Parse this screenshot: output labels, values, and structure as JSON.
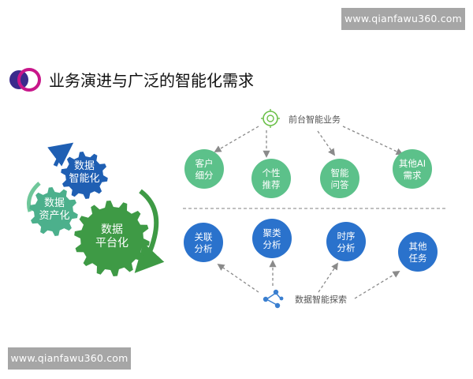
{
  "watermark_top": "www.qianfawu360.com",
  "watermark_bottom": "www.qianfawu360.com",
  "title": "业务演进与广泛的智能化需求",
  "gears": {
    "top": [
      "数据",
      "智能化"
    ],
    "left": [
      "数据",
      "资产化"
    ],
    "big": [
      "数据",
      "平台化"
    ]
  },
  "top_hub": {
    "label": "前台智能业务"
  },
  "bottom_hub": {
    "label": "数据智能探索"
  },
  "top_nodes": [
    {
      "line1": "客户",
      "line2": "细分"
    },
    {
      "line1": "个性",
      "line2": "推荐"
    },
    {
      "line1": "智能",
      "line2": "问答"
    },
    {
      "line1": "其他AI",
      "line2": "需求"
    }
  ],
  "bottom_nodes": [
    {
      "line1": "关联",
      "line2": "分析"
    },
    {
      "line1": "聚类",
      "line2": "分析"
    },
    {
      "line1": "时序",
      "line2": "分析"
    },
    {
      "line1": "其他",
      "line2": "任务"
    }
  ],
  "colors": {
    "green": "#5cc18a",
    "blue": "#2a72cc",
    "dark_green": "#3e9a45",
    "gear_blue": "#1f5fb3",
    "gear_teal": "#4cb08c"
  }
}
